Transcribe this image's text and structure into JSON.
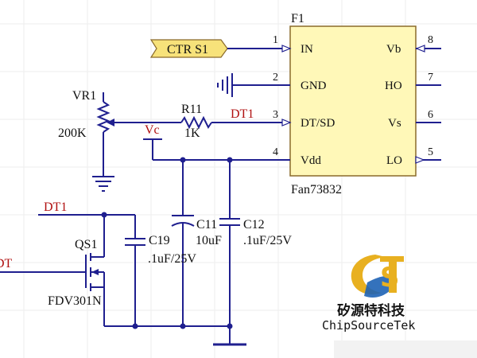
{
  "ic": {
    "ref": "F1",
    "part": "Fan73832",
    "pins_left": [
      {
        "num": "1",
        "name": "IN"
      },
      {
        "num": "2",
        "name": "GND"
      },
      {
        "num": "3",
        "name": "DT/SD"
      },
      {
        "num": "4",
        "name": "Vdd"
      }
    ],
    "pins_right": [
      {
        "num": "8",
        "name": "Vb"
      },
      {
        "num": "7",
        "name": "HO"
      },
      {
        "num": "6",
        "name": "Vs"
      },
      {
        "num": "5",
        "name": "LO"
      }
    ]
  },
  "ctr_label": "CTR S1",
  "nets": {
    "dt_top": "DT1",
    "dt_left": "DT1",
    "dt_edge": "DT",
    "vc": "Vc"
  },
  "vr1": {
    "ref": "VR1",
    "value": "200K"
  },
  "r11": {
    "ref": "R11",
    "value": "1K"
  },
  "c19": {
    "ref": "C19",
    "value": ".1uF/25V"
  },
  "c11": {
    "ref": "C11",
    "value": "10uF"
  },
  "c12": {
    "ref": "C12",
    "value": ".1uF/25V"
  },
  "qs1": {
    "ref": "QS1",
    "part": "FDV301N"
  },
  "brand": {
    "name_cn": "矽源特科技",
    "name_en": "ChipSourceTek"
  },
  "colors": {
    "wire": "#1f1f8f",
    "ic_fill": "#fff8b8",
    "net_label": "#b01010",
    "tag_fill": "#f7e27a",
    "logo_gold": "#e8b020",
    "logo_blue": "#1e63b5"
  }
}
